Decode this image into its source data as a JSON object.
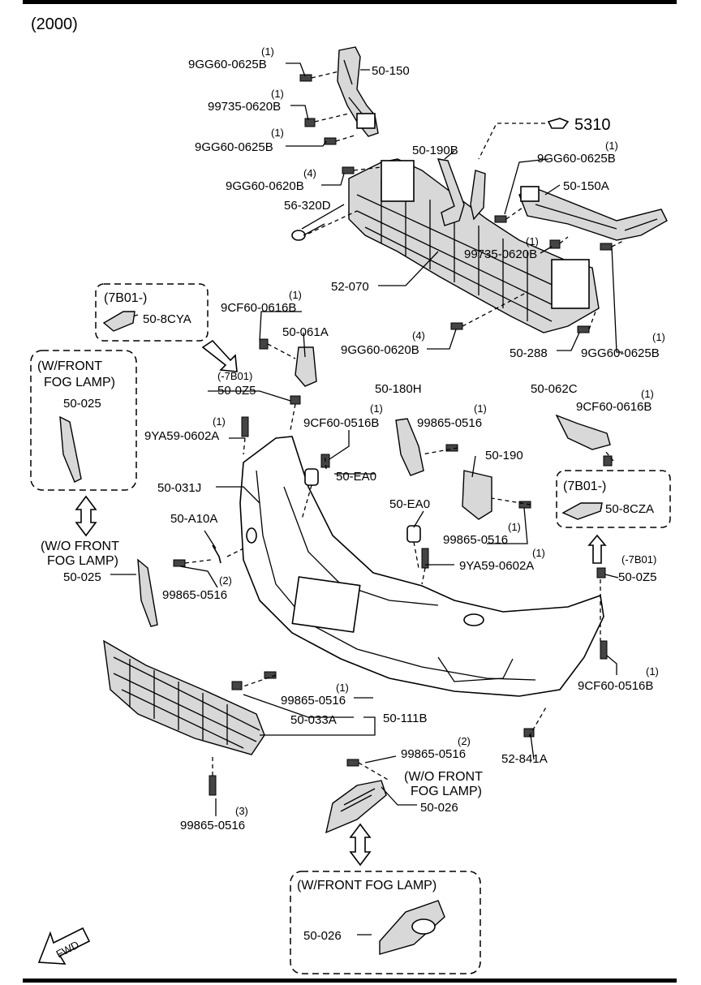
{
  "header": {
    "year_code": "(2000)"
  },
  "callouts": {
    "c_9gg60_0625b_top": {
      "qty": "(1)",
      "part": "9GG60-0625B"
    },
    "c_50_150": {
      "part": "50-150"
    },
    "c_99735_0620b_top": {
      "qty": "(1)",
      "part": "99735-0620B"
    },
    "c_9gg60_0625b_2": {
      "qty": "(1)",
      "part": "9GG60-0625B"
    },
    "c_5310": {
      "part": "5310"
    },
    "c_50_190b": {
      "part": "50-190B"
    },
    "c_9gg60_0625b_right": {
      "qty": "(1)",
      "part": "9GG60-0625B"
    },
    "c_9gg60_0620b_top": {
      "qty": "(4)",
      "part": "9GG60-0620B"
    },
    "c_50_150a": {
      "part": "50-150A"
    },
    "c_56_320d": {
      "part": "56-320D"
    },
    "c_99735_0620b_mid": {
      "qty": "(1)",
      "part": "99735-0620B"
    },
    "c_52_070": {
      "part": "52-070"
    },
    "c_7b01_left": {
      "part": "50-8CYA"
    },
    "c_9cf60_0616b_left": {
      "qty": "(1)",
      "part": "9CF60-0616B"
    },
    "c_50_061a": {
      "part": "50-061A"
    },
    "c_9gg60_0620b_mid": {
      "qty": "(4)",
      "part": "9GG60-0620B"
    },
    "c_50_288": {
      "part": "50-288"
    },
    "c_9gg60_0625b_br": {
      "qty": "(1)",
      "part": "9GG60-0625B"
    },
    "c_50_025_box": {
      "part": "50-025"
    },
    "c_50_0z5_left": {
      "qty": "(-7B01)",
      "part": "50-0Z5"
    },
    "c_50_180h": {
      "part": "50-180H"
    },
    "c_50_062c": {
      "part": "50-062C"
    },
    "c_9cf60_0616b_right": {
      "qty": "(1)",
      "part": "9CF60-0616B"
    },
    "c_9ya59_0602a_left": {
      "qty": "(1)",
      "part": "9YA59-0602A"
    },
    "c_9cf60_0516b_mid": {
      "qty": "(1)",
      "part": "9CF60-0516B"
    },
    "c_99865_0516_a": {
      "qty": "(1)",
      "part": "99865-0516"
    },
    "c_50_ea0_left": {
      "part": "50-EA0"
    },
    "c_50_190": {
      "part": "50-190"
    },
    "c_50_031j": {
      "part": "50-031J"
    },
    "c_50_ea0_mid": {
      "part": "50-EA0"
    },
    "c_50_8cza": {
      "part": "50-8CZA"
    },
    "c_50_a10a": {
      "part": "50-A10A"
    },
    "c_99865_0516_b": {
      "qty": "(1)",
      "part": "99865-0516"
    },
    "c_9ya59_0602a_mid": {
      "qty": "(1)",
      "part": "9YA59-0602A"
    },
    "c_50_0z5_right": {
      "qty": "(-7B01)",
      "part": "50-0Z5"
    },
    "c_50_025_wo": {
      "part": "50-025"
    },
    "c_99865_0516_c": {
      "qty": "(2)",
      "part": "99865-0516"
    },
    "c_9cf60_0516b_right": {
      "qty": "(1)",
      "part": "9CF60-0516B"
    },
    "c_99865_0516_d": {
      "qty": "(1)",
      "part": "99865-0516"
    },
    "c_50_033a": {
      "part": "50-033A"
    },
    "c_50_111b": {
      "part": "50-111B"
    },
    "c_99865_0516_e": {
      "qty": "(2)",
      "part": "99865-0516"
    },
    "c_52_841a": {
      "part": "52-841A"
    },
    "c_50_026_wo": {
      "part": "50-026"
    },
    "c_99865_0516_f": {
      "qty": "(3)",
      "part": "99865-0516"
    },
    "c_50_026_box": {
      "part": "50-026"
    }
  },
  "boxes": {
    "box_7b01_left": {
      "title": "(7B01-)"
    },
    "box_7b01_right": {
      "title": "(7B01-)"
    },
    "box_w_front_fog_left": {
      "line1": "(W/FRONT",
      "line2": "FOG LAMP)"
    },
    "box_w_front_fog_bottom": {
      "title": "(W/FRONT FOG LAMP)"
    }
  },
  "notes": {
    "wo_front_fog_left": {
      "line1": "(W/O FRONT",
      "line2": "FOG LAMP)"
    },
    "wo_front_fog_mid": {
      "line1": "(W/O FRONT",
      "line2": "FOG LAMP)"
    },
    "minus_7b01_left": "(-7B01)"
  },
  "fwd_label": "FWD"
}
